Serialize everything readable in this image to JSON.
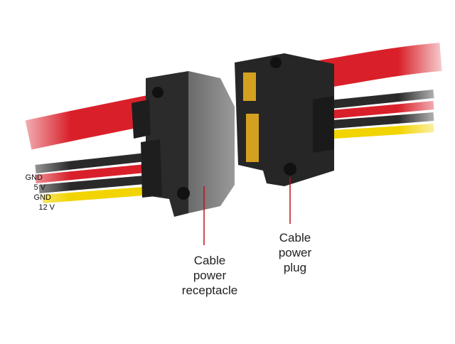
{
  "wire_labels": [
    "GND",
    "5 V",
    "GND",
    "12 V"
  ],
  "callouts": {
    "receptacle": [
      "Cable",
      "power",
      "receptacle"
    ],
    "plug": [
      "Cable",
      "power",
      "plug"
    ]
  },
  "colors": {
    "cable_red": "#d9202a",
    "wire_black": "#2a2a2a",
    "wire_yellow": "#f2d400",
    "leader": "#c0101a",
    "pins": "#d4a020"
  }
}
